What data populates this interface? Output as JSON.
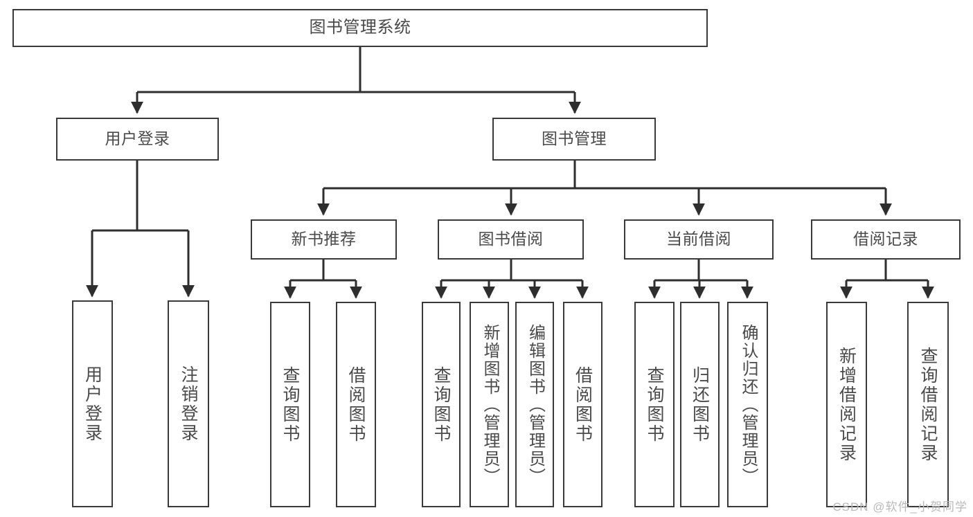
{
  "diagram": {
    "title": "图书管理系统",
    "type": "tree-hierarchy-chart",
    "watermark": "CSDN @软件_小贺同学",
    "colors": {
      "box_border": "#3a3a3a",
      "box_fill": "#ffffff",
      "text": "#4a4a4a",
      "edge": "#2e2e2e",
      "watermark": "#b9b9b9"
    },
    "root": {
      "label": "图书管理系统"
    },
    "level2": [
      {
        "label": "用户登录"
      },
      {
        "label": "图书管理"
      }
    ],
    "level3": [
      {
        "label": "新书推荐"
      },
      {
        "label": "图书借阅"
      },
      {
        "label": "当前借阅"
      },
      {
        "label": "借阅记录"
      }
    ],
    "leaves": {
      "user_login": [
        {
          "label": "用户登录"
        },
        {
          "label": "注销登录"
        }
      ],
      "new_book_recommend": [
        {
          "label": "查询图书"
        },
        {
          "label": "借阅图书"
        }
      ],
      "book_borrow": [
        {
          "label": "查询图书"
        },
        {
          "label": "新增图书（管理员）"
        },
        {
          "label": "编辑图书（管理员）"
        },
        {
          "label": "借阅图书"
        }
      ],
      "current_borrow": [
        {
          "label": "查询图书"
        },
        {
          "label": "归还图书"
        },
        {
          "label": "确认归还（管理员）"
        }
      ],
      "borrow_record": [
        {
          "label": "新增借阅记录"
        },
        {
          "label": "查询借阅记录"
        }
      ]
    }
  }
}
